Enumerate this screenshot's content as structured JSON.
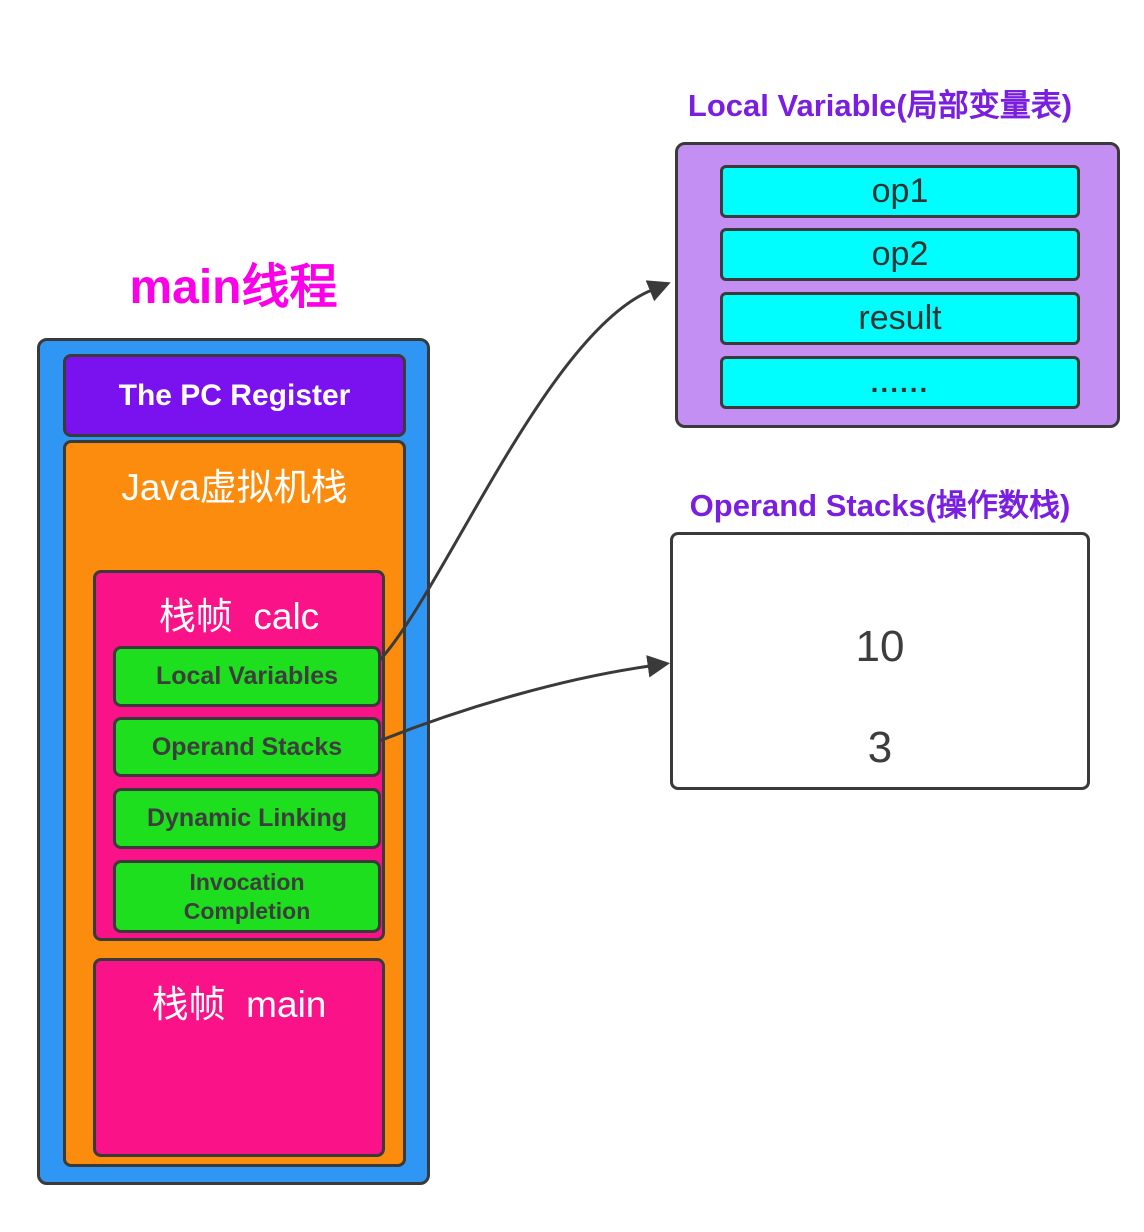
{
  "thread": {
    "title": "main线程",
    "pc_register_label": "The PC Register",
    "jvm_stack_label": "Java虚拟机栈",
    "frame_calc": {
      "title": "栈帧  calc",
      "items": [
        "Local Variables",
        "Operand Stacks",
        "Dynamic Linking",
        "Invocation Completion"
      ]
    },
    "frame_main": {
      "title": "栈帧  main"
    }
  },
  "local_variable_panel": {
    "title": "Local Variable(局部变量表)",
    "slots": [
      "op1",
      "op2",
      "result",
      "......"
    ]
  },
  "operand_stack_panel": {
    "title": "Operand Stacks(操作数栈)",
    "values": [
      "10",
      "3"
    ]
  },
  "colors": {
    "thread_title": "#fb00e8",
    "panel_title": "#7a1fe0",
    "outer_blue": "#3096f3",
    "pc_purple": "#7a12f0",
    "stack_orange": "#fb8c0d",
    "frame_pink": "#fa1289",
    "item_green": "#1ddf1d",
    "slot_cyan": "#00fefe",
    "lv_panel_purple": "#c48ff2",
    "box_border": "#3a3a3a",
    "arrow": "#3a3a3a",
    "dark_text": "#3d3d3d",
    "white_text": "#ffffff"
  }
}
